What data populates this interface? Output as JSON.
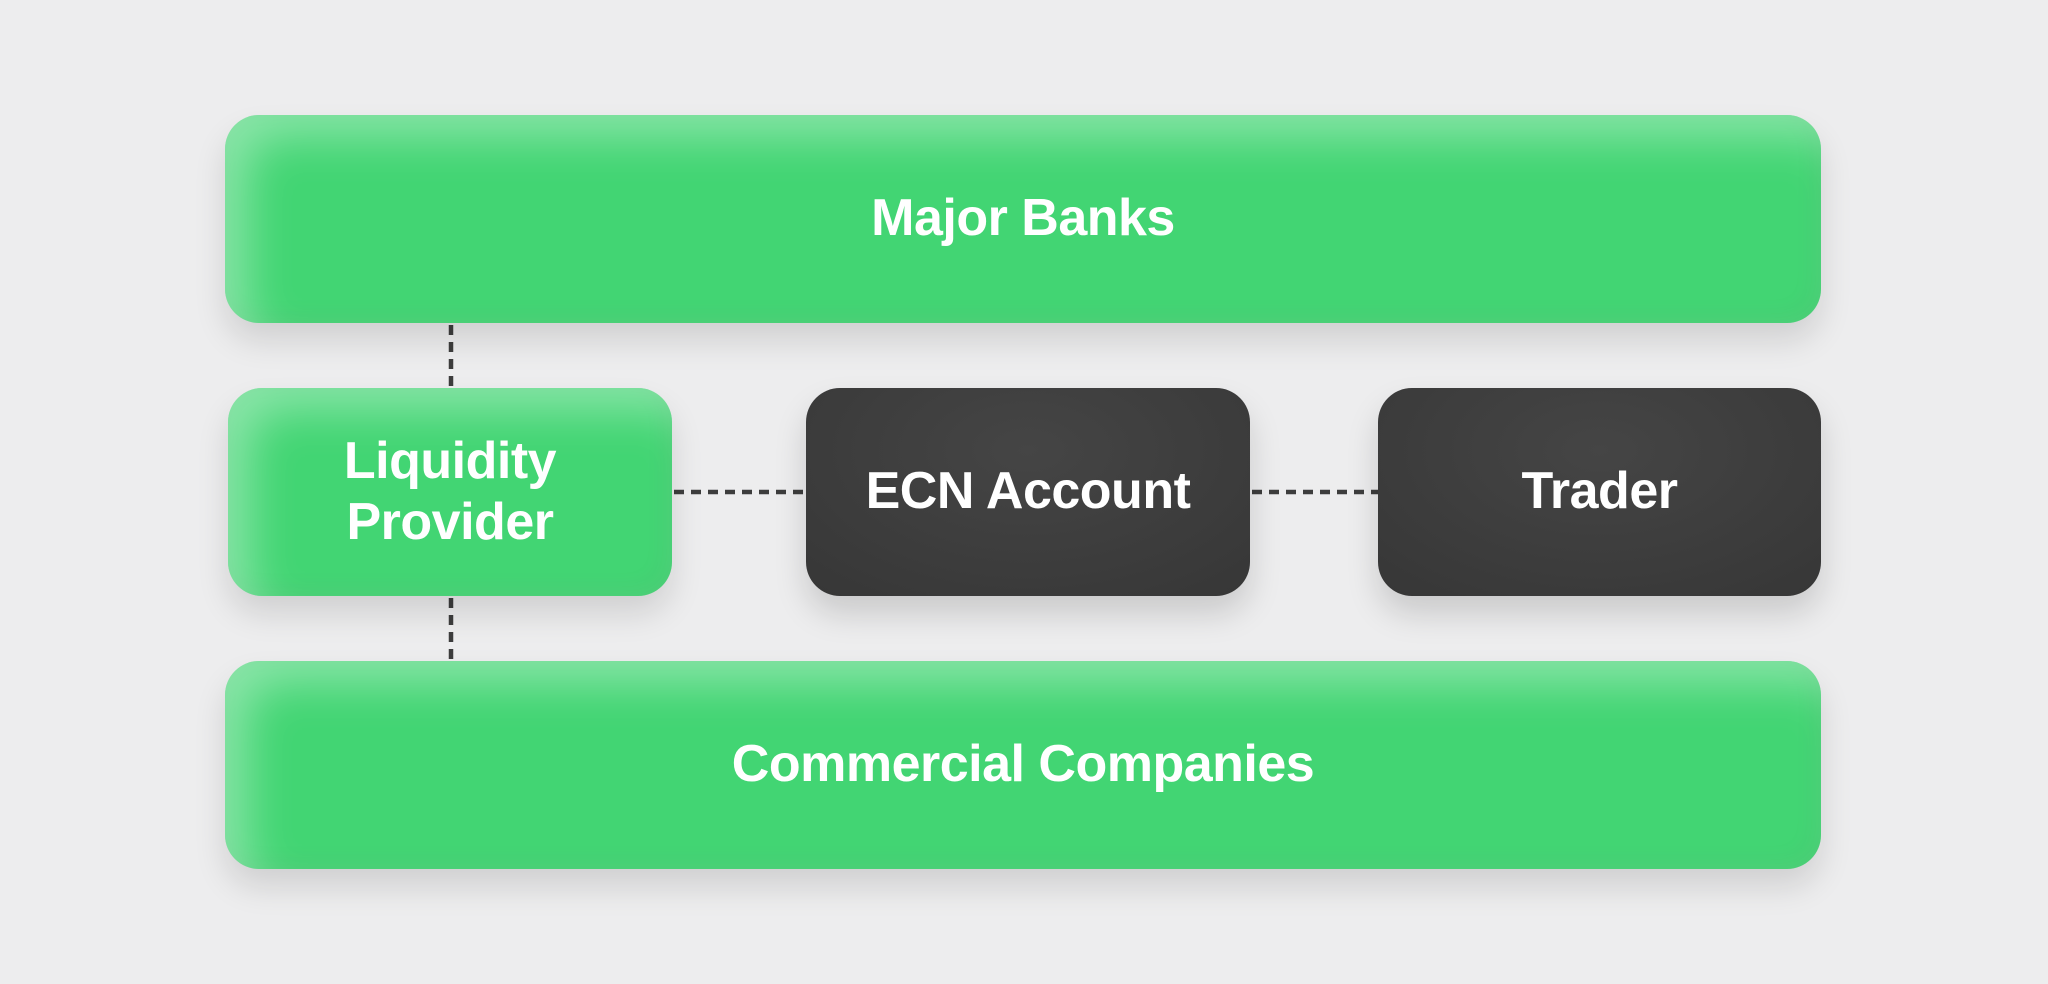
{
  "diagram": {
    "nodes": {
      "major_banks": {
        "label": "Major Banks",
        "style": "green"
      },
      "liquidity_provider": {
        "label": "Liquidity Provider",
        "style": "green"
      },
      "ecn_account": {
        "label": "ECN Account",
        "style": "dark"
      },
      "trader": {
        "label": "Trader",
        "style": "dark"
      },
      "commercial_companies": {
        "label": "Commercial Companies",
        "style": "green"
      }
    },
    "connections": [
      {
        "from": "major_banks",
        "to": "liquidity_provider",
        "style": "dashed"
      },
      {
        "from": "liquidity_provider",
        "to": "ecn_account",
        "style": "dashed"
      },
      {
        "from": "ecn_account",
        "to": "trader",
        "style": "dashed"
      },
      {
        "from": "liquidity_provider",
        "to": "commercial_companies",
        "style": "dashed"
      }
    ],
    "colors": {
      "background": "#ededee",
      "green": "#42d573",
      "green_light": "#8ce5a6",
      "dark_center": "#454545",
      "dark_edge": "#2c2c2c",
      "connector": "#3d3d3d",
      "text": "#ffffff"
    }
  }
}
